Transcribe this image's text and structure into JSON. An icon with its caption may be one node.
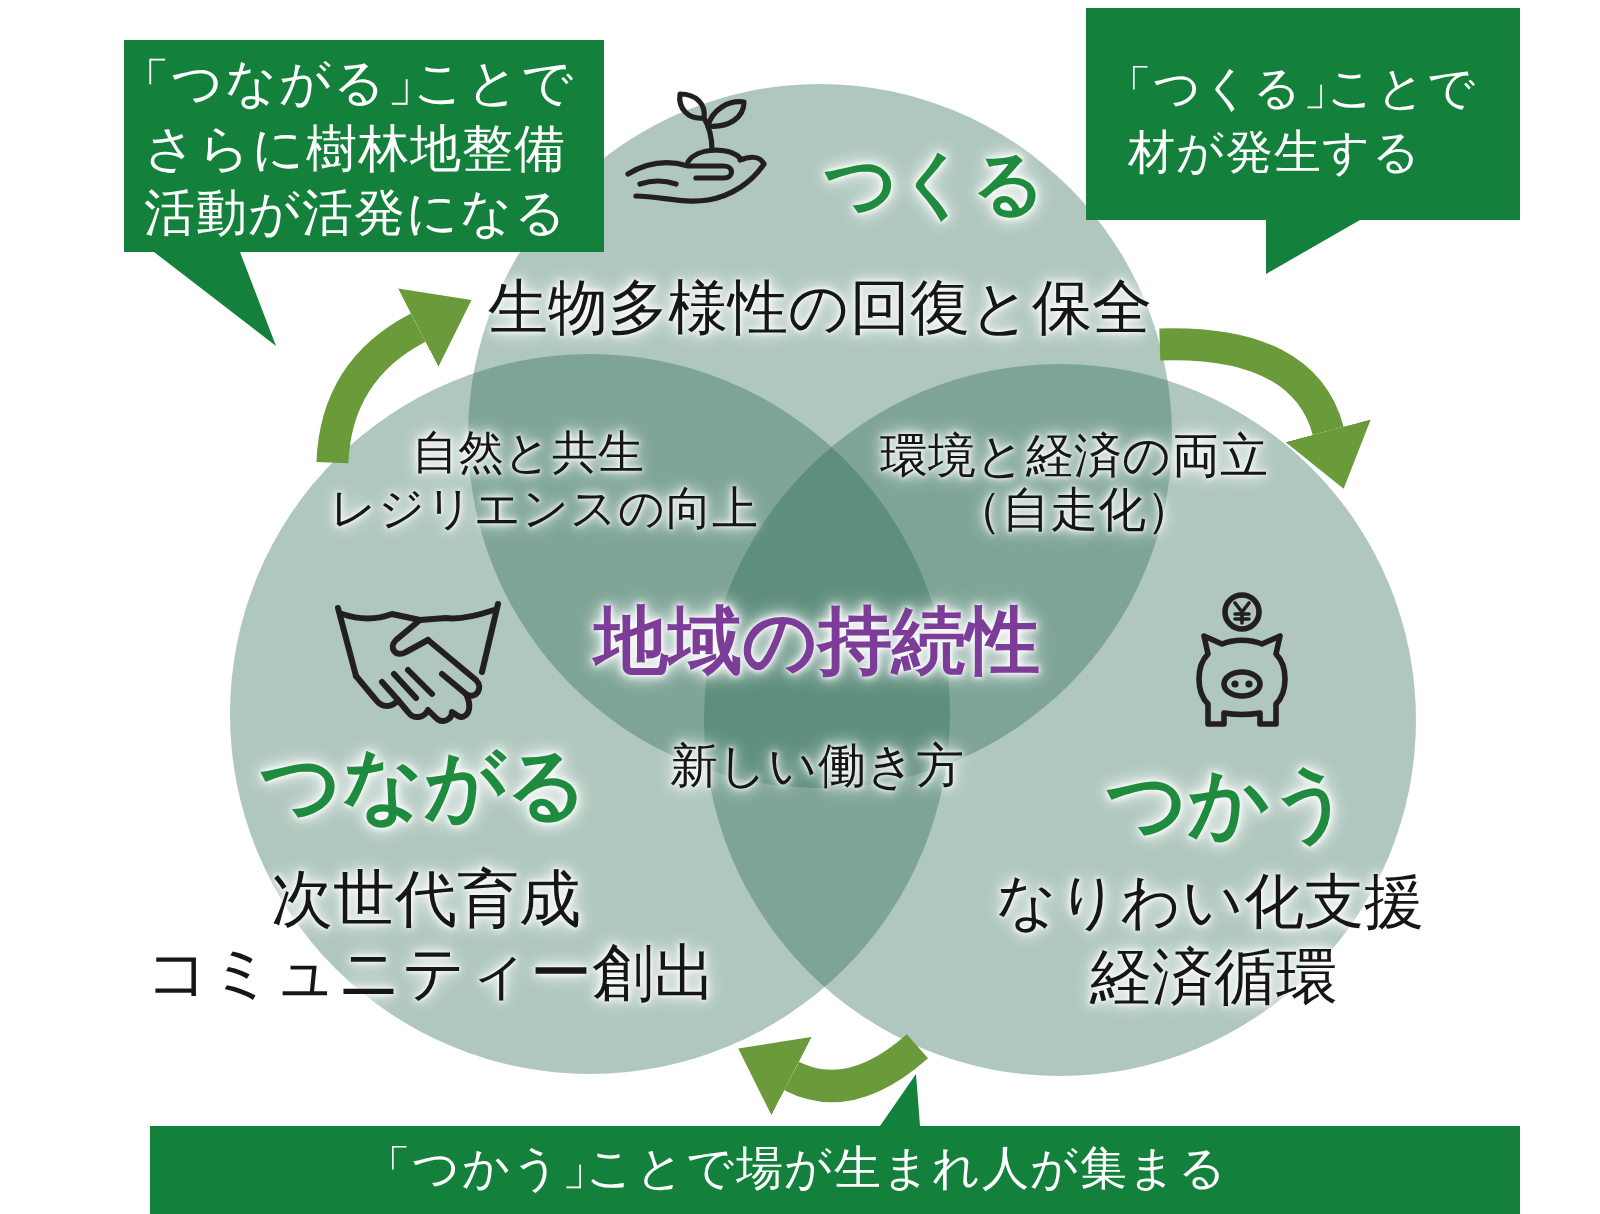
{
  "diagram": {
    "nodes": [
      {
        "text": [
          "「つながる」ことでさらに樹林地整備活動が活発になる"
        ]
      },
      {
        "text": [
          "「つくる」ことで材が発生する"
        ]
      },
      {
        "text": [
          "つくる",
          "生物多様性の回復と保全"
        ]
      },
      {
        "text": [
          "つながる",
          "次世代育成",
          "コミュニティー創出"
        ]
      },
      {
        "text": [
          "つかう",
          "なりわい化支援",
          "経済循環"
        ]
      },
      {
        "text": [
          "「つかう」ことで場が生まれ人が集まる"
        ]
      }
    ],
    "edges": [
      {
        "from": 3,
        "to": 2,
        "arrow": "to"
      },
      {
        "from": 2,
        "to": 4,
        "arrow": "to"
      },
      {
        "from": 4,
        "to": 3,
        "arrow": "to"
      }
    ],
    "labels": [
      "自然と共生",
      "レジリエンスの向上",
      "環境と経済の両立（自走化）",
      "地域の持続性",
      "新しい働き方"
    ]
  }
}
